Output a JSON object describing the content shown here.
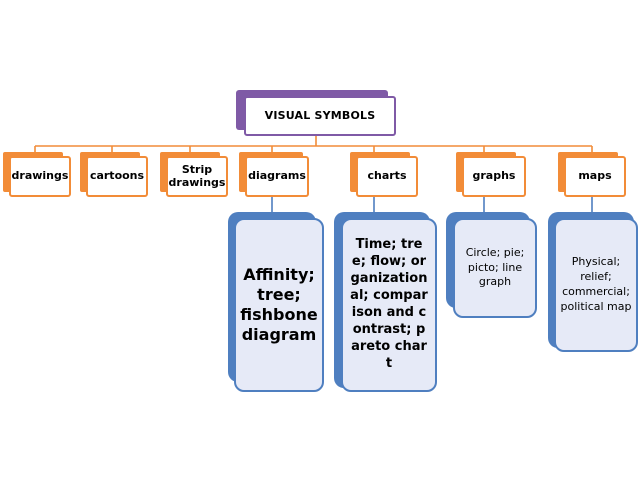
{
  "root": {
    "label": "VISUAL SYMBOLS"
  },
  "categories": [
    {
      "label": "drawings"
    },
    {
      "label": "cartoons"
    },
    {
      "label": "Strip drawings"
    },
    {
      "label": "diagrams"
    },
    {
      "label": "charts"
    },
    {
      "label": "graphs"
    },
    {
      "label": "maps"
    }
  ],
  "details": {
    "diagrams": "Affinity; tree; fishbone diagram",
    "charts": "Time; tree; flow; organizational; comparison and contrast; pareto chart",
    "graphs": "Circle; pie; picto; line graph",
    "maps": "Physical; relief; commercial; political map"
  },
  "colors": {
    "root_accent": "#7f5aa6",
    "category_accent": "#f28c38",
    "detail_border": "#4f7fc0",
    "detail_fill": "#e6eaf7"
  }
}
